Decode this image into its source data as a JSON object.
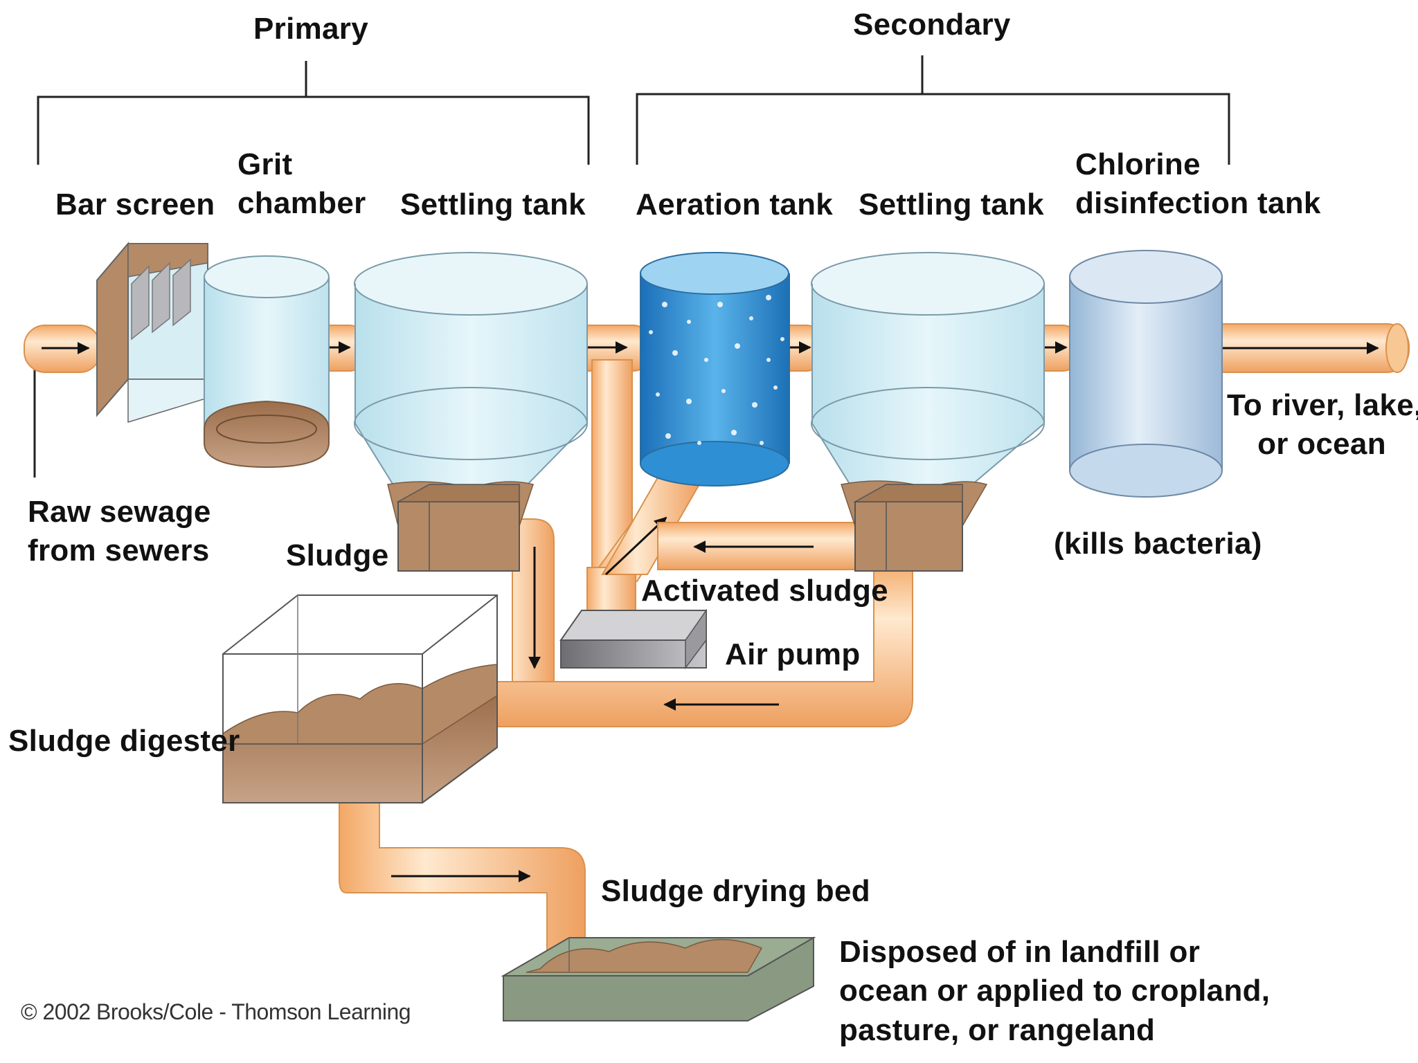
{
  "stages": {
    "primary": "Primary",
    "secondary": "Secondary"
  },
  "labels": {
    "bar_screen": "Bar screen",
    "grit_chamber_line1": "Grit",
    "grit_chamber_line2": "chamber",
    "settling_tank_primary": "Settling tank",
    "aeration_tank": "Aeration tank",
    "settling_tank_secondary": "Settling tank",
    "chlorine_line1": "Chlorine",
    "chlorine_line2": "disinfection tank",
    "raw_sewage_line1": "Raw sewage",
    "raw_sewage_line2": "from sewers",
    "sludge": "Sludge",
    "activated_sludge": "Activated sludge",
    "air_pump": "Air pump",
    "kills_bacteria": "(kills bacteria)",
    "to_river_line1": "To river, lake,",
    "to_river_line2": "or ocean",
    "sludge_digester": "Sludge digester",
    "sludge_drying_bed": "Sludge drying bed",
    "disposed_line1": "Disposed of in landfill or",
    "disposed_line2": "ocean or applied to cropland,",
    "disposed_line3": "pasture, or rangeland"
  },
  "credit": "© 2002 Brooks/Cole - Thomson Learning",
  "colors": {
    "pipe": "#f6c08a",
    "pipe_edge": "#d9914d",
    "water": "#cdeaf2",
    "aeration_water": "#2f8fd4",
    "sludge": "#b48a67",
    "chlorine_tank": "#b5cfe6",
    "pump": "#8a8a8e"
  }
}
